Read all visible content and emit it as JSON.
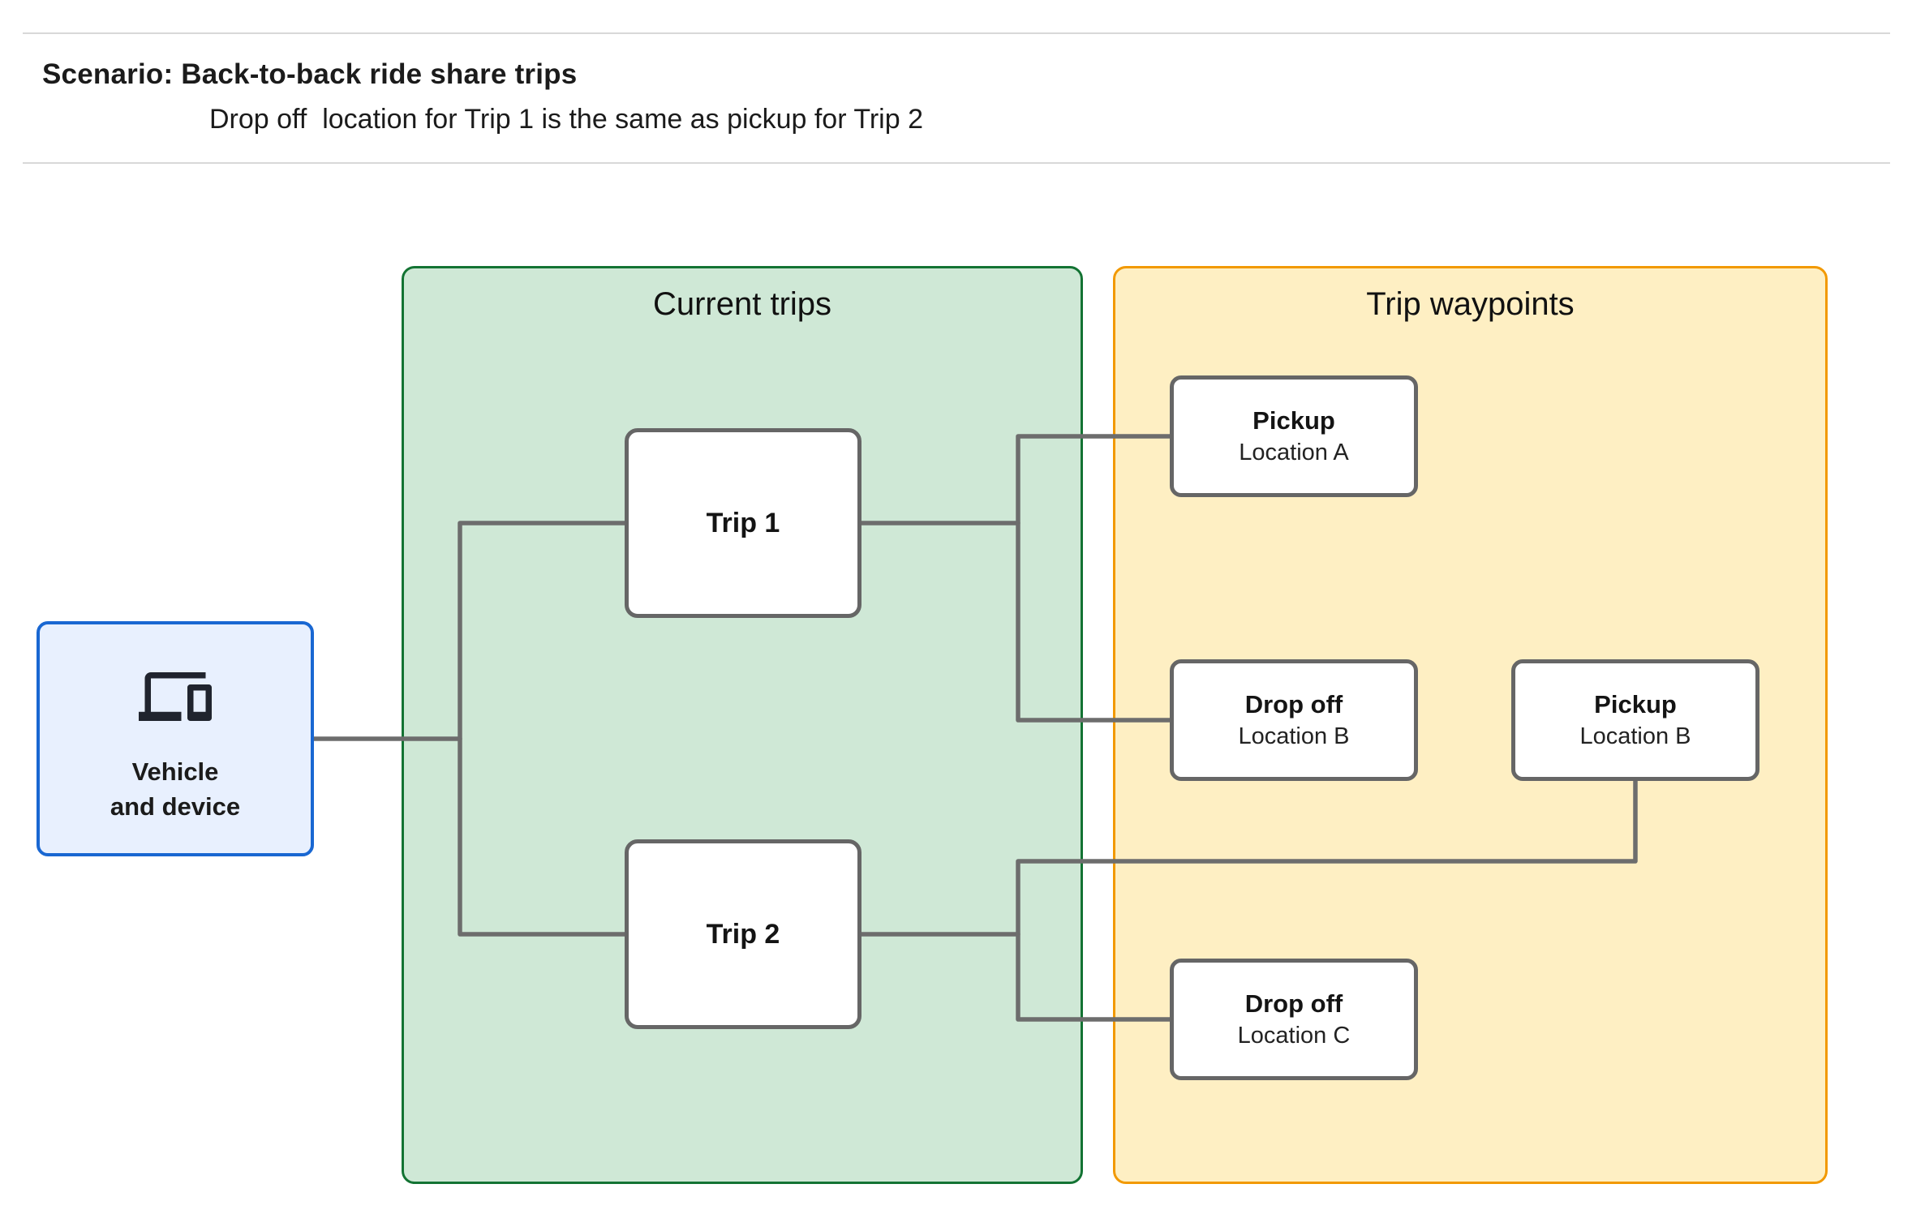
{
  "header": {
    "title": "Scenario: Back-to-back ride share trips",
    "subtitle": "Drop off  location for Trip 1 is the same as pickup for Trip 2"
  },
  "vehicle": {
    "icon": "devices-icon",
    "label_line1": "Vehicle",
    "label_line2": "and device"
  },
  "groups": {
    "current_trips": {
      "title": "Current trips"
    },
    "trip_waypoints": {
      "title": "Trip waypoints"
    }
  },
  "trips": [
    {
      "label": "Trip 1"
    },
    {
      "label": "Trip 2"
    }
  ],
  "waypoints": [
    {
      "type": "Pickup",
      "location": "Location A"
    },
    {
      "type": "Drop off",
      "location": "Location B"
    },
    {
      "type": "Pickup",
      "location": "Location B"
    },
    {
      "type": "Drop off",
      "location": "Location C"
    }
  ],
  "colors": {
    "vehicle_fill": "#e8f0fe",
    "vehicle_border": "#1967d2",
    "trips_fill": "#cfe8d6",
    "trips_border": "#137333",
    "waypoints_fill": "#feefc3",
    "waypoints_border": "#f29900",
    "node_border": "#666666",
    "connector": "#6d6d6d"
  }
}
